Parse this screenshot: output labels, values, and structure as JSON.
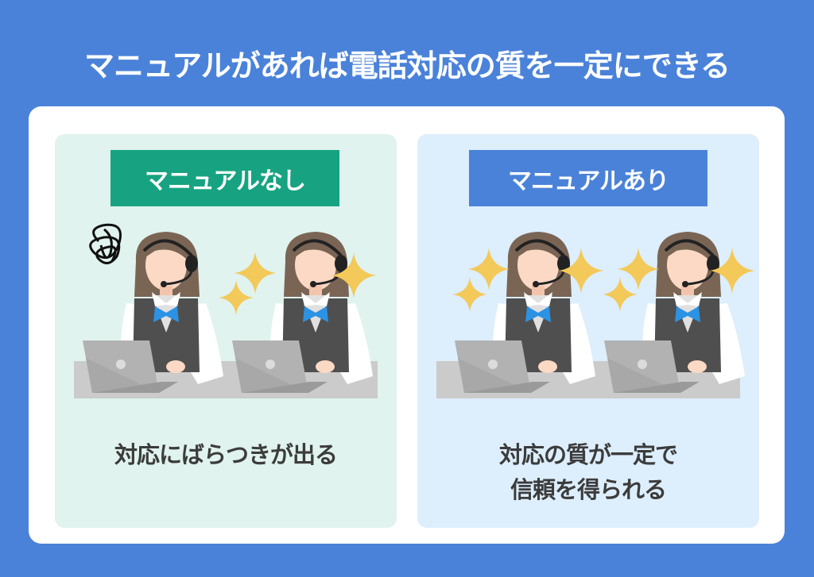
{
  "title": "マニュアルがあれば電話対応の質を一定にできる",
  "colors": {
    "background": "#4a82d9",
    "card": "#ffffff",
    "left_panel_bg": "#e0f3ee",
    "right_panel_bg": "#ddeefc",
    "left_label_bg": "#17a381",
    "right_label_bg": "#4a82d9",
    "sparkle": "#f3c95a",
    "text_dark": "#3c3c3c"
  },
  "panels": [
    {
      "label": "マニュアルなし",
      "caption_lines": [
        "対応にばらつきが出る"
      ],
      "illustration": {
        "operators": 2,
        "icons": [
          "tangled-scribble-icon",
          "sparkle-icon"
        ]
      }
    },
    {
      "label": "マニュアルあり",
      "caption_lines": [
        "対応の質が一定で",
        "信頼を得られる"
      ],
      "illustration": {
        "operators": 2,
        "icons": [
          "sparkle-icon"
        ]
      }
    }
  ]
}
